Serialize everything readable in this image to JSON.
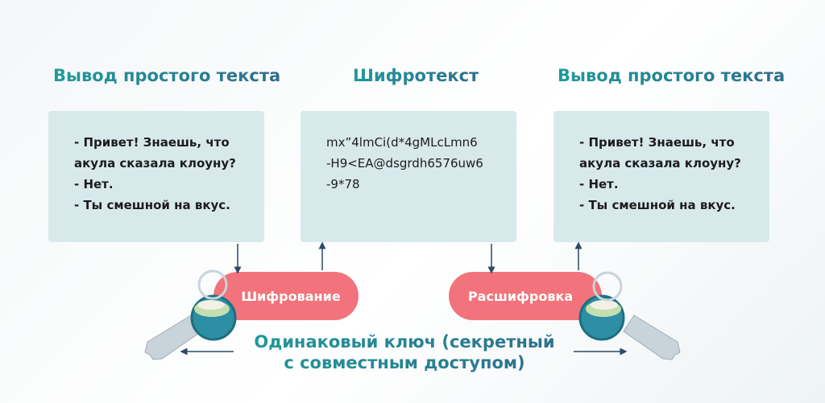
{
  "titles": {
    "plaintext_left": "Вывод простого текста",
    "ciphertext": "Шифротекст",
    "plaintext_right": "Вывод простого текста"
  },
  "plaintext_lines": [
    "- Привет! Знаешь, что",
    "акула сказала клоуну?",
    "- Нет.",
    "- Ты смешной на вкус."
  ],
  "ciphertext_lines": [
    "mx”4lmCi(d*4gMLcLmn6",
    "-H9<EA@dsgrdh6576uw6",
    "-9*78"
  ],
  "buttons": {
    "encrypt": "Шифрование",
    "decrypt": "Расшифровка"
  },
  "caption": {
    "line1": "Одинаковый ключ (секретный",
    "line2": "с совместным доступом)"
  },
  "icons": {
    "left_key": "key-icon",
    "right_key": "key-icon"
  },
  "colors": {
    "title_gradient_start": "#1f9a9a",
    "title_gradient_end": "#2e6e8c",
    "box_fill": "#d8e9ec",
    "pill_fill": "#f2737b",
    "arrow": "#2b4a66",
    "key_body": "#c9d3da",
    "key_head": "#2d8fa3"
  }
}
